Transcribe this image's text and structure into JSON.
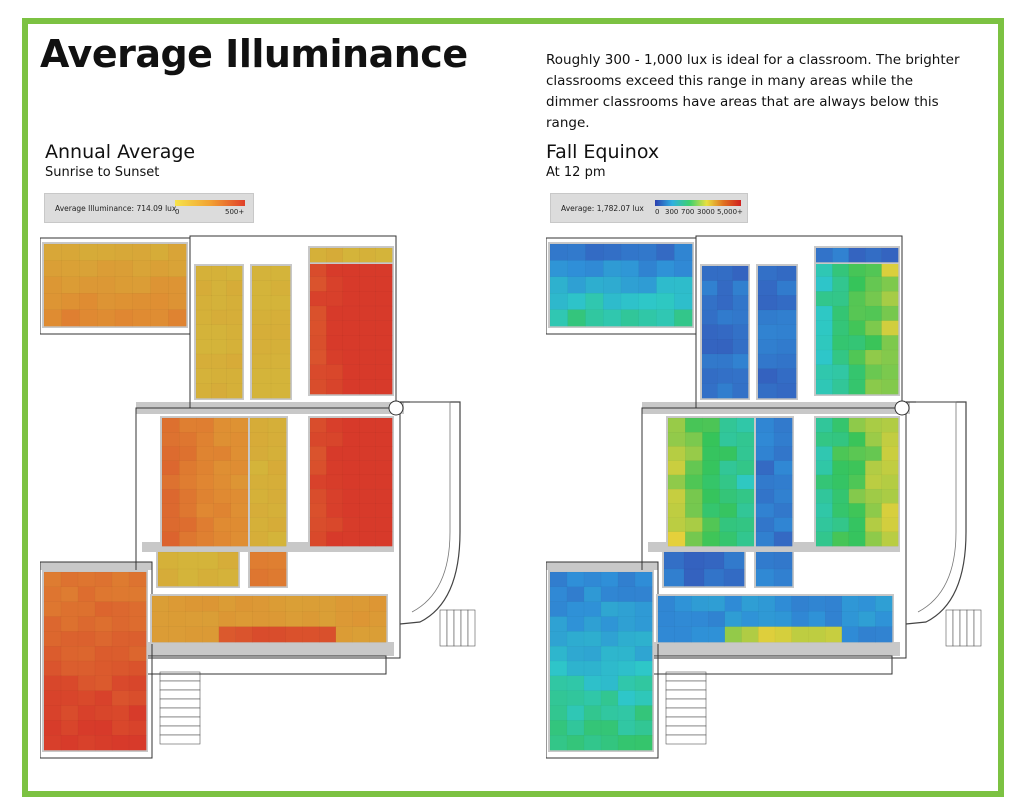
{
  "page": {
    "title": "Average Illuminance",
    "description": "Roughly 300 - 1,000 lux is ideal for a classroom. The brighter classrooms exceed this range in many areas while the dimmer classrooms have areas that are always below this range."
  },
  "panels": [
    {
      "heading": "Annual Average",
      "subheading": "Sunrise to Sunset",
      "legend_label": "Average Illuminance: 714.09 lux",
      "legend_ticks": [
        "0",
        "500+"
      ],
      "scale": "warm"
    },
    {
      "heading": "Fall Equinox",
      "subheading": "At 12 pm",
      "legend_label": "Average: 1,782.07 lux",
      "legend_ticks": [
        "0",
        "300",
        "700",
        "3000",
        "5,000+"
      ],
      "scale": "cool"
    }
  ],
  "colors": {
    "frame": "#7cc242",
    "wall": "#c8c8c8",
    "warm_low": "#d4b43a",
    "warm_mid": "#e08a32",
    "warm_high": "#d73a2a",
    "cool_low": "#3656b8",
    "cool_mid": "#2ec8c8",
    "cool_high": "#d2262a"
  }
}
